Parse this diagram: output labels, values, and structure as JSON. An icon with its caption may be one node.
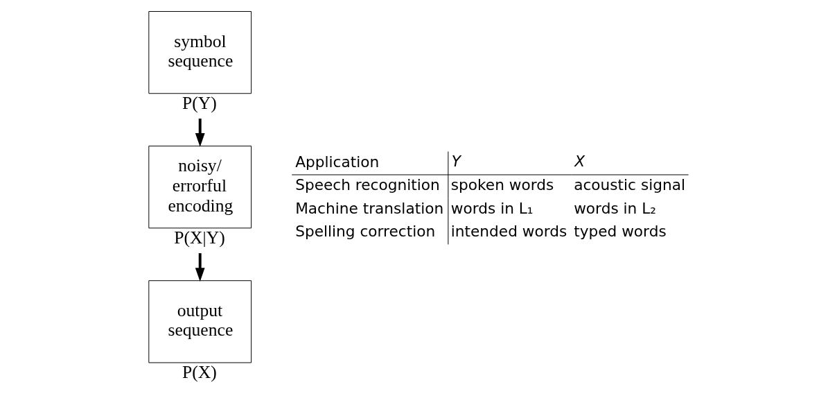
{
  "diagram": {
    "nodes": [
      {
        "text": [
          "symbol sequence"
        ],
        "beside": [
          "P(Y)"
        ]
      },
      {
        "text": [
          "noisy/ errorful encoding"
        ],
        "beside": [
          "P(X|Y)"
        ]
      },
      {
        "text": [
          "output sequence"
        ],
        "beside": [
          "P(X)"
        ]
      }
    ],
    "edges": [
      {
        "from": 0,
        "to": 1,
        "arrow": "to"
      },
      {
        "from": 1,
        "to": 2,
        "arrow": "to"
      }
    ],
    "labels": [
      "Application",
      "Y",
      "X",
      "Speech recognition",
      "spoken words",
      "acoustic signal",
      "Machine translation",
      "words in L₁",
      "words in L₂",
      "Spelling correction",
      "intended words",
      "typed words"
    ]
  }
}
